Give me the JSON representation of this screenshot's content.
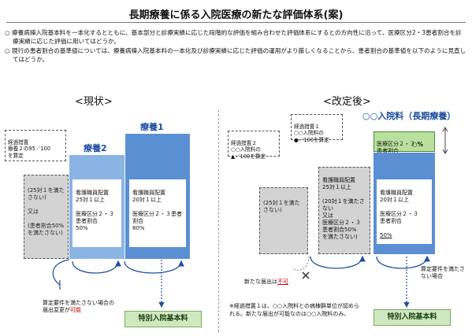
{
  "title": "長期療養に係る入院医療の新たな評価体系(案)",
  "intro": [
    "○ 療養病棟入院基本料を一本化するとともに、基本部分と診療実績に応じた段階的な評価を組み合わせた評価体系にするとの方向性に沿って、医療区分2・3患者割合を診療実績に応じた評価に用いてはどうか。",
    "○ 現行の患者割合の基準値については、療養病棟入院基本料の一本化及び診療実績に応じた評価の運用がより厳しくなることから、患者割合の基準値を以下のように見直してはどうか。"
  ],
  "left": {
    "heading": "<現状>",
    "keika": "経過措置\n療養２の95／100\nを算定",
    "col_label_2": "療養2",
    "col_label_1": "療養1",
    "gray_text": "(25対１を満たさない)\n\n又は\n\n(患者割合50%を満たさない)",
    "ryoyo2_box": "看護職員配置\n25対１以上\n\n医療区分２・３\n患者割合\n50%",
    "ryoyo1_box": "看護職員配置\n20対１以上\n\n医療区分２・３患者割合\n80%",
    "note_prefix": "算定要件を満たさない場合の\n届出変更が",
    "note_red": "可能",
    "special_label": "特別入院基本料"
  },
  "right": {
    "heading": "<改定後>",
    "col_label": "○○入院料（長期療養）",
    "keika2": "経過措置２\n○○入院料の\n▲／100を算定",
    "keika1": "経過措置１\n○○入院料の\n●／100を算定",
    "gray_text": "(25対１を満たさない)",
    "dash_box": "看護職員配置\n25対１以上\n\n(20対１を満たさない\n又は\n医療区分２・３\n患者割合50%\nを満たさない)",
    "green_text": "医療区分２・３\n患者割合",
    "green_pct": "○%",
    "blue_box_a": "看護職員配置\n20対１以上\n\n医療区分２・３\n患者割合",
    "blue_box_pct": "50%",
    "right_note": "算定要件を満たさない場合",
    "new_prefix": "新たな届出は",
    "new_red": "不可",
    "footnote": "※経過措置１は、○○入院料との病棟群単位が認められる。新たな届出が可能なのは○○入院料のみ。",
    "special_label": "特別入院基本料"
  }
}
